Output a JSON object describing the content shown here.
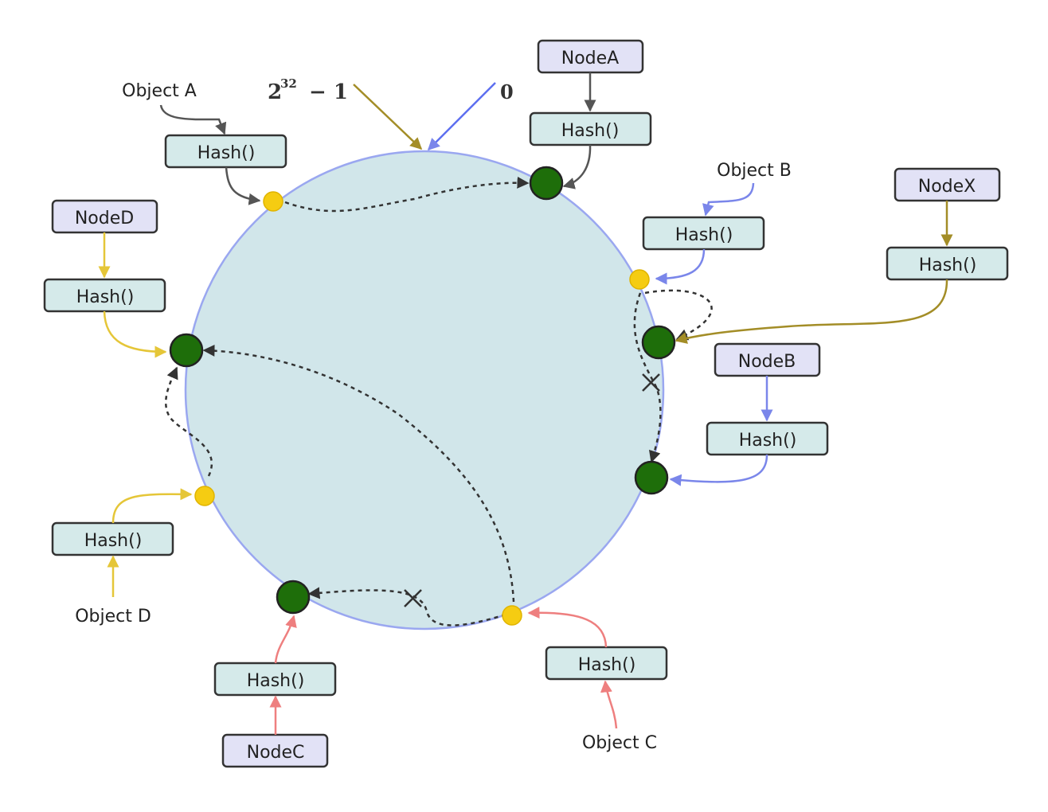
{
  "ring": {
    "fill": "#d1e6ea",
    "stroke": "#9aa7f0",
    "top_max_label": "2",
    "top_max_exp": "32",
    "top_max_suffix": "− 1",
    "top_zero_label": "0"
  },
  "colors": {
    "node_fill": "#1e6e0a",
    "object_fill": "#f5cc12",
    "hash_box_fill": "#d5eaea",
    "node_box_fill": "#e2e2f6",
    "box_stroke": "#333333",
    "grey": "#555555",
    "blue": "#7a86ea",
    "olive": "#a38d27",
    "yellow": "#e5c638",
    "pink": "#ee7f7f",
    "dashed": "#333333"
  },
  "nodes": {
    "node_a": "NodeA",
    "node_b": "NodeB",
    "node_c": "NodeC",
    "node_d": "NodeD",
    "node_x": "NodeX"
  },
  "objects": {
    "object_a": "Object A",
    "object_b": "Object B",
    "object_c": "Object C",
    "object_d": "Object D"
  },
  "hash_label": "Hash()"
}
